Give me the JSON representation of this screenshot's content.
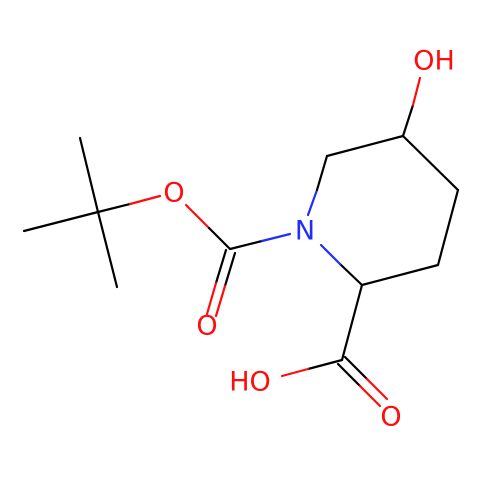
{
  "molecule": {
    "atom_labels": {
      "hydroxyl_top": "OH",
      "ester_oxygen": "O",
      "ring_nitrogen": "N",
      "boc_carbonyl_oxygen": "O",
      "acid_hydroxyl": "HO",
      "acid_carbonyl_oxygen": "O"
    }
  },
  "colors": {
    "bond": "#000000",
    "oxygen": "#ff0d0d",
    "nitrogen": "#1f2dff",
    "background": "#ffffff"
  }
}
